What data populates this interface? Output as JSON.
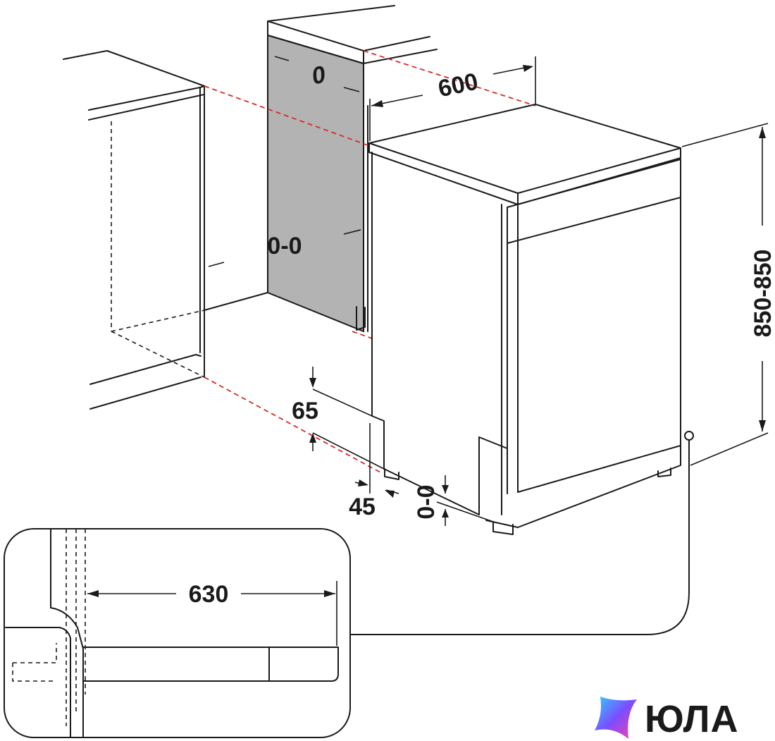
{
  "dimensions": {
    "side_gap": "0",
    "width": "600",
    "back_gap": "0-0",
    "height": "850-850",
    "plinth_height": "65",
    "plinth_recess": "45",
    "foot_adjust": "0-0",
    "depth": "630"
  },
  "watermark": {
    "text": "ЮЛА",
    "logo_colors": [
      "#2fd0ff",
      "#7b4dff",
      "#ff3fa4"
    ]
  },
  "colors": {
    "line": "#1a1a1a",
    "guide": "#d42a2a",
    "panel": "#b3b3b3"
  }
}
